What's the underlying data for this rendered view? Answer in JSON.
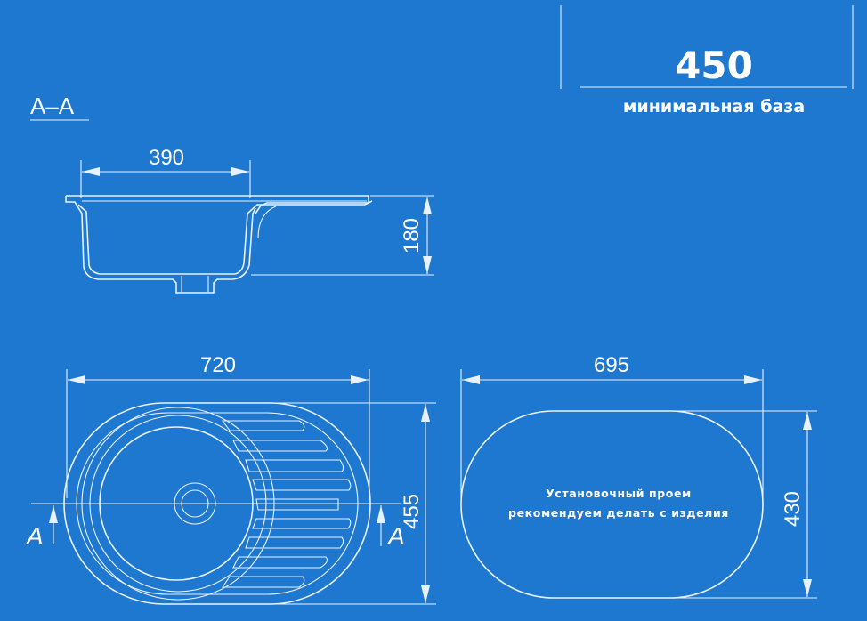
{
  "header": {
    "min_base_value": "450",
    "min_base_label": "минимальная база"
  },
  "section": {
    "label": "A–A",
    "marker": "A"
  },
  "dimensions": {
    "bowl_width": "390",
    "depth": "180",
    "overall_length": "720",
    "overall_width": "455",
    "cutout_length": "695",
    "cutout_width": "430"
  },
  "cutout_note": {
    "line1": "Установочный проем",
    "line2": "рекомендуем делать с изделия"
  },
  "colors": {
    "background": "#1f78cf",
    "lines": "#e8f2ff"
  }
}
